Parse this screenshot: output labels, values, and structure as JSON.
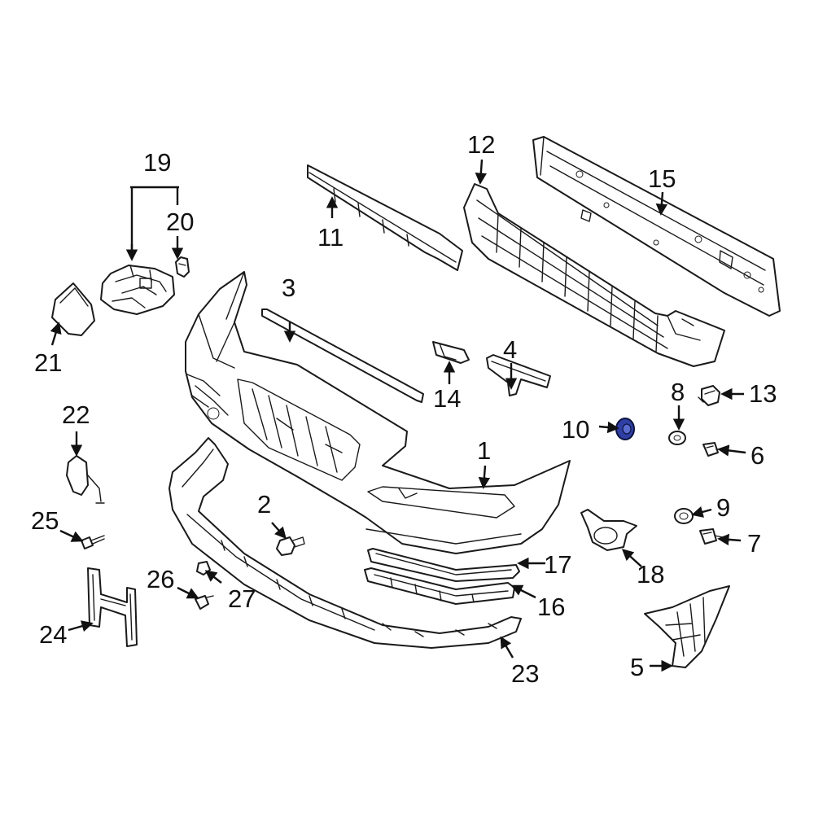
{
  "diagram": {
    "highlight_color": "#2f3fa3",
    "callouts": [
      {
        "id": "c1",
        "text": "1"
      },
      {
        "id": "c2",
        "text": "2"
      },
      {
        "id": "c3",
        "text": "3"
      },
      {
        "id": "c4",
        "text": "4"
      },
      {
        "id": "c5",
        "text": "5"
      },
      {
        "id": "c6",
        "text": "6"
      },
      {
        "id": "c7",
        "text": "7"
      },
      {
        "id": "c8",
        "text": "8"
      },
      {
        "id": "c9",
        "text": "9"
      },
      {
        "id": "c10",
        "text": "10"
      },
      {
        "id": "c11",
        "text": "11"
      },
      {
        "id": "c12",
        "text": "12"
      },
      {
        "id": "c13",
        "text": "13"
      },
      {
        "id": "c14",
        "text": "14"
      },
      {
        "id": "c15",
        "text": "15"
      },
      {
        "id": "c16",
        "text": "16"
      },
      {
        "id": "c17",
        "text": "17"
      },
      {
        "id": "c18",
        "text": "18"
      },
      {
        "id": "c19",
        "text": "19"
      },
      {
        "id": "c20",
        "text": "20"
      },
      {
        "id": "c21",
        "text": "21"
      },
      {
        "id": "c22",
        "text": "22"
      },
      {
        "id": "c23",
        "text": "23"
      },
      {
        "id": "c24",
        "text": "24"
      },
      {
        "id": "c25",
        "text": "25"
      },
      {
        "id": "c26",
        "text": "26"
      },
      {
        "id": "c27",
        "text": "27"
      }
    ],
    "highlighted_part": "10"
  }
}
